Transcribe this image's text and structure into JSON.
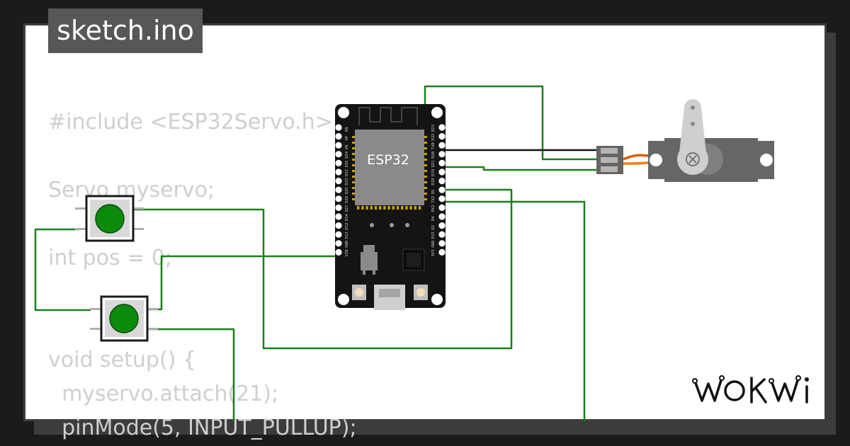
{
  "tab": {
    "label": "sketch.ino"
  },
  "code": {
    "lines": [
      "#include <ESP32Servo.h>",
      "Servo myservo;",
      "int pos = 0;",
      "void setup() {",
      "  myservo.attach(21);",
      "  pinMode(5, INPUT_PULLUP);"
    ]
  },
  "board": {
    "label": "ESP32",
    "left_pins": [
      "EN",
      "VP",
      "VN",
      "D34",
      "D35",
      "D32",
      "D33",
      "D25",
      "D26",
      "D27",
      "D14",
      "D12",
      "D13",
      "GND",
      "VIN"
    ],
    "right_pins": [
      "D23",
      "D22",
      "TX0",
      "RX0",
      "D21",
      "D19",
      "D18",
      "D5",
      "TX2",
      "RX2",
      "D4",
      "D2",
      "D15",
      "GND",
      "3V3"
    ]
  },
  "brand": {
    "logo_text": "WOKWI"
  },
  "colors": {
    "wire": "#1a7f1a",
    "board": "#141414",
    "chip": "#8a8a8a",
    "button_cap": "#0b8a0b",
    "servo": "#666666"
  }
}
